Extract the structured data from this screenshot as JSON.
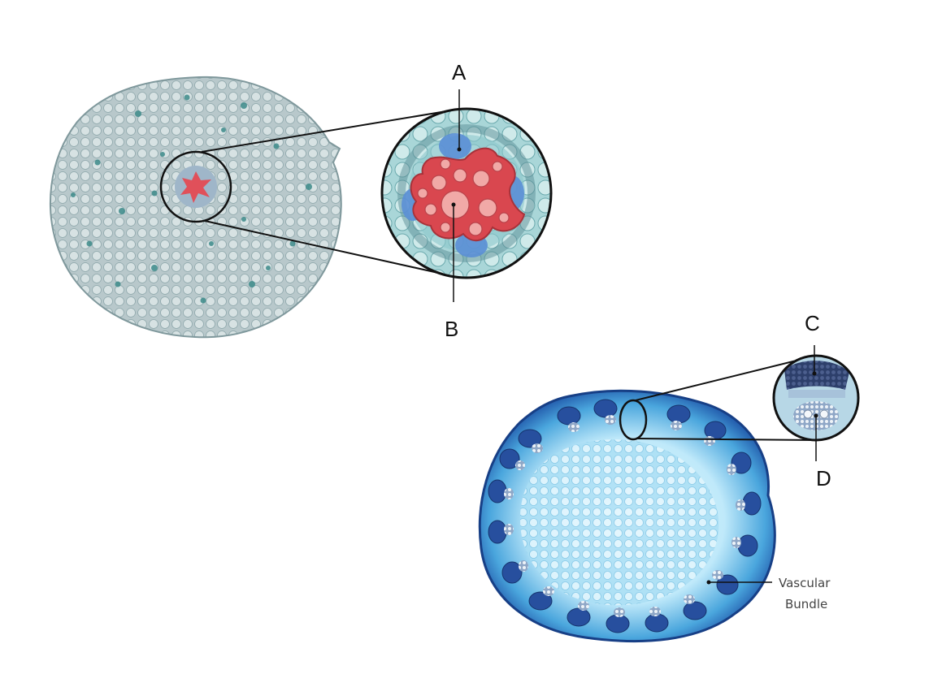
{
  "diagram": {
    "labels": {
      "a": "A",
      "b": "B",
      "c": "C",
      "d": "D",
      "vascular_line1": "Vascular",
      "vascular_line2": "Bundle"
    },
    "colors": {
      "root_tissue": "#b7c9cc",
      "root_dark_cells": "#3d8b8a",
      "xylem_red": "#d9474f",
      "xylem_pale": "#f1a9a7",
      "phloem_blue": "#5b8fd6",
      "stem_dark": "#1f4fa0",
      "stem_light": "#cfeefc"
    }
  }
}
